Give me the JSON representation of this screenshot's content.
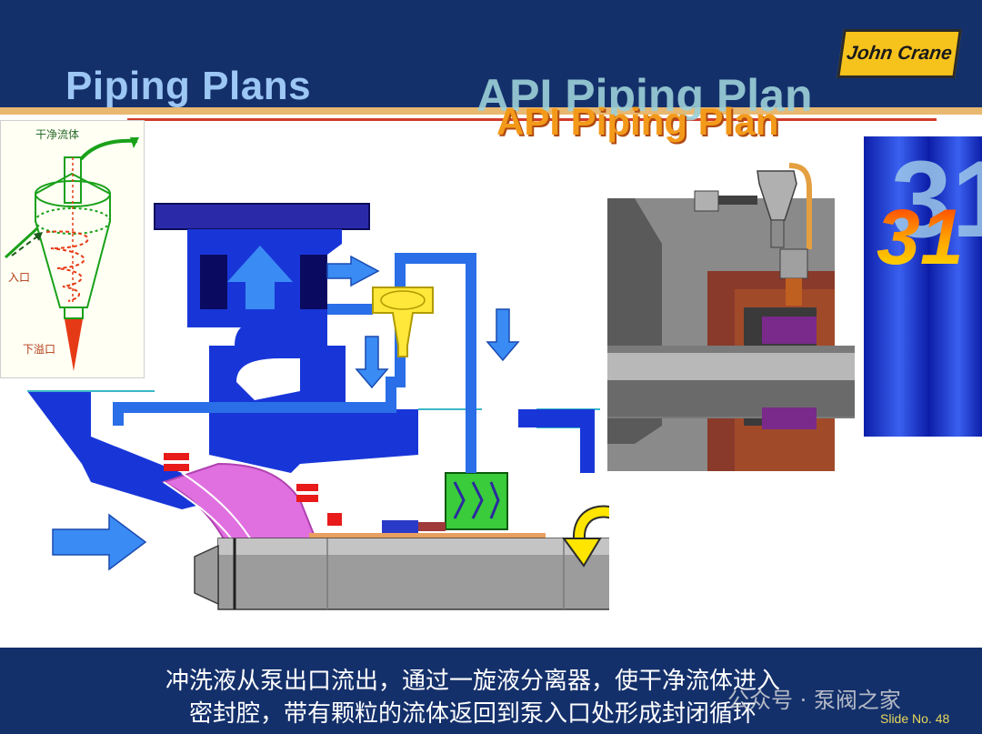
{
  "header": {
    "title_left": "Piping Plans",
    "title_right": "API Piping Plan",
    "logo_text": "John Crane"
  },
  "cyclone": {
    "label_top": "干净流体",
    "label_inlet": "入口",
    "label_outlet": "下溢口"
  },
  "plan_number": "31",
  "caption": {
    "line1": "冲洗液从泵出口流出，通过一旋液分离器，使干净流体进入",
    "line2": "密封腔，带有颗粒的流体返回到泵入口处形成封闭循环"
  },
  "watermark": "公众号 · 泵阀之家",
  "slide_no": "Slide No. 48",
  "colors": {
    "header_bg": "#14306b",
    "pump_blue": "#1c3fd8",
    "pipe_blue": "#2a6ee8",
    "separator_yellow": "#ffe83a",
    "impeller_magenta": "#e070e0",
    "arrow_yellow": "#ffe500"
  }
}
